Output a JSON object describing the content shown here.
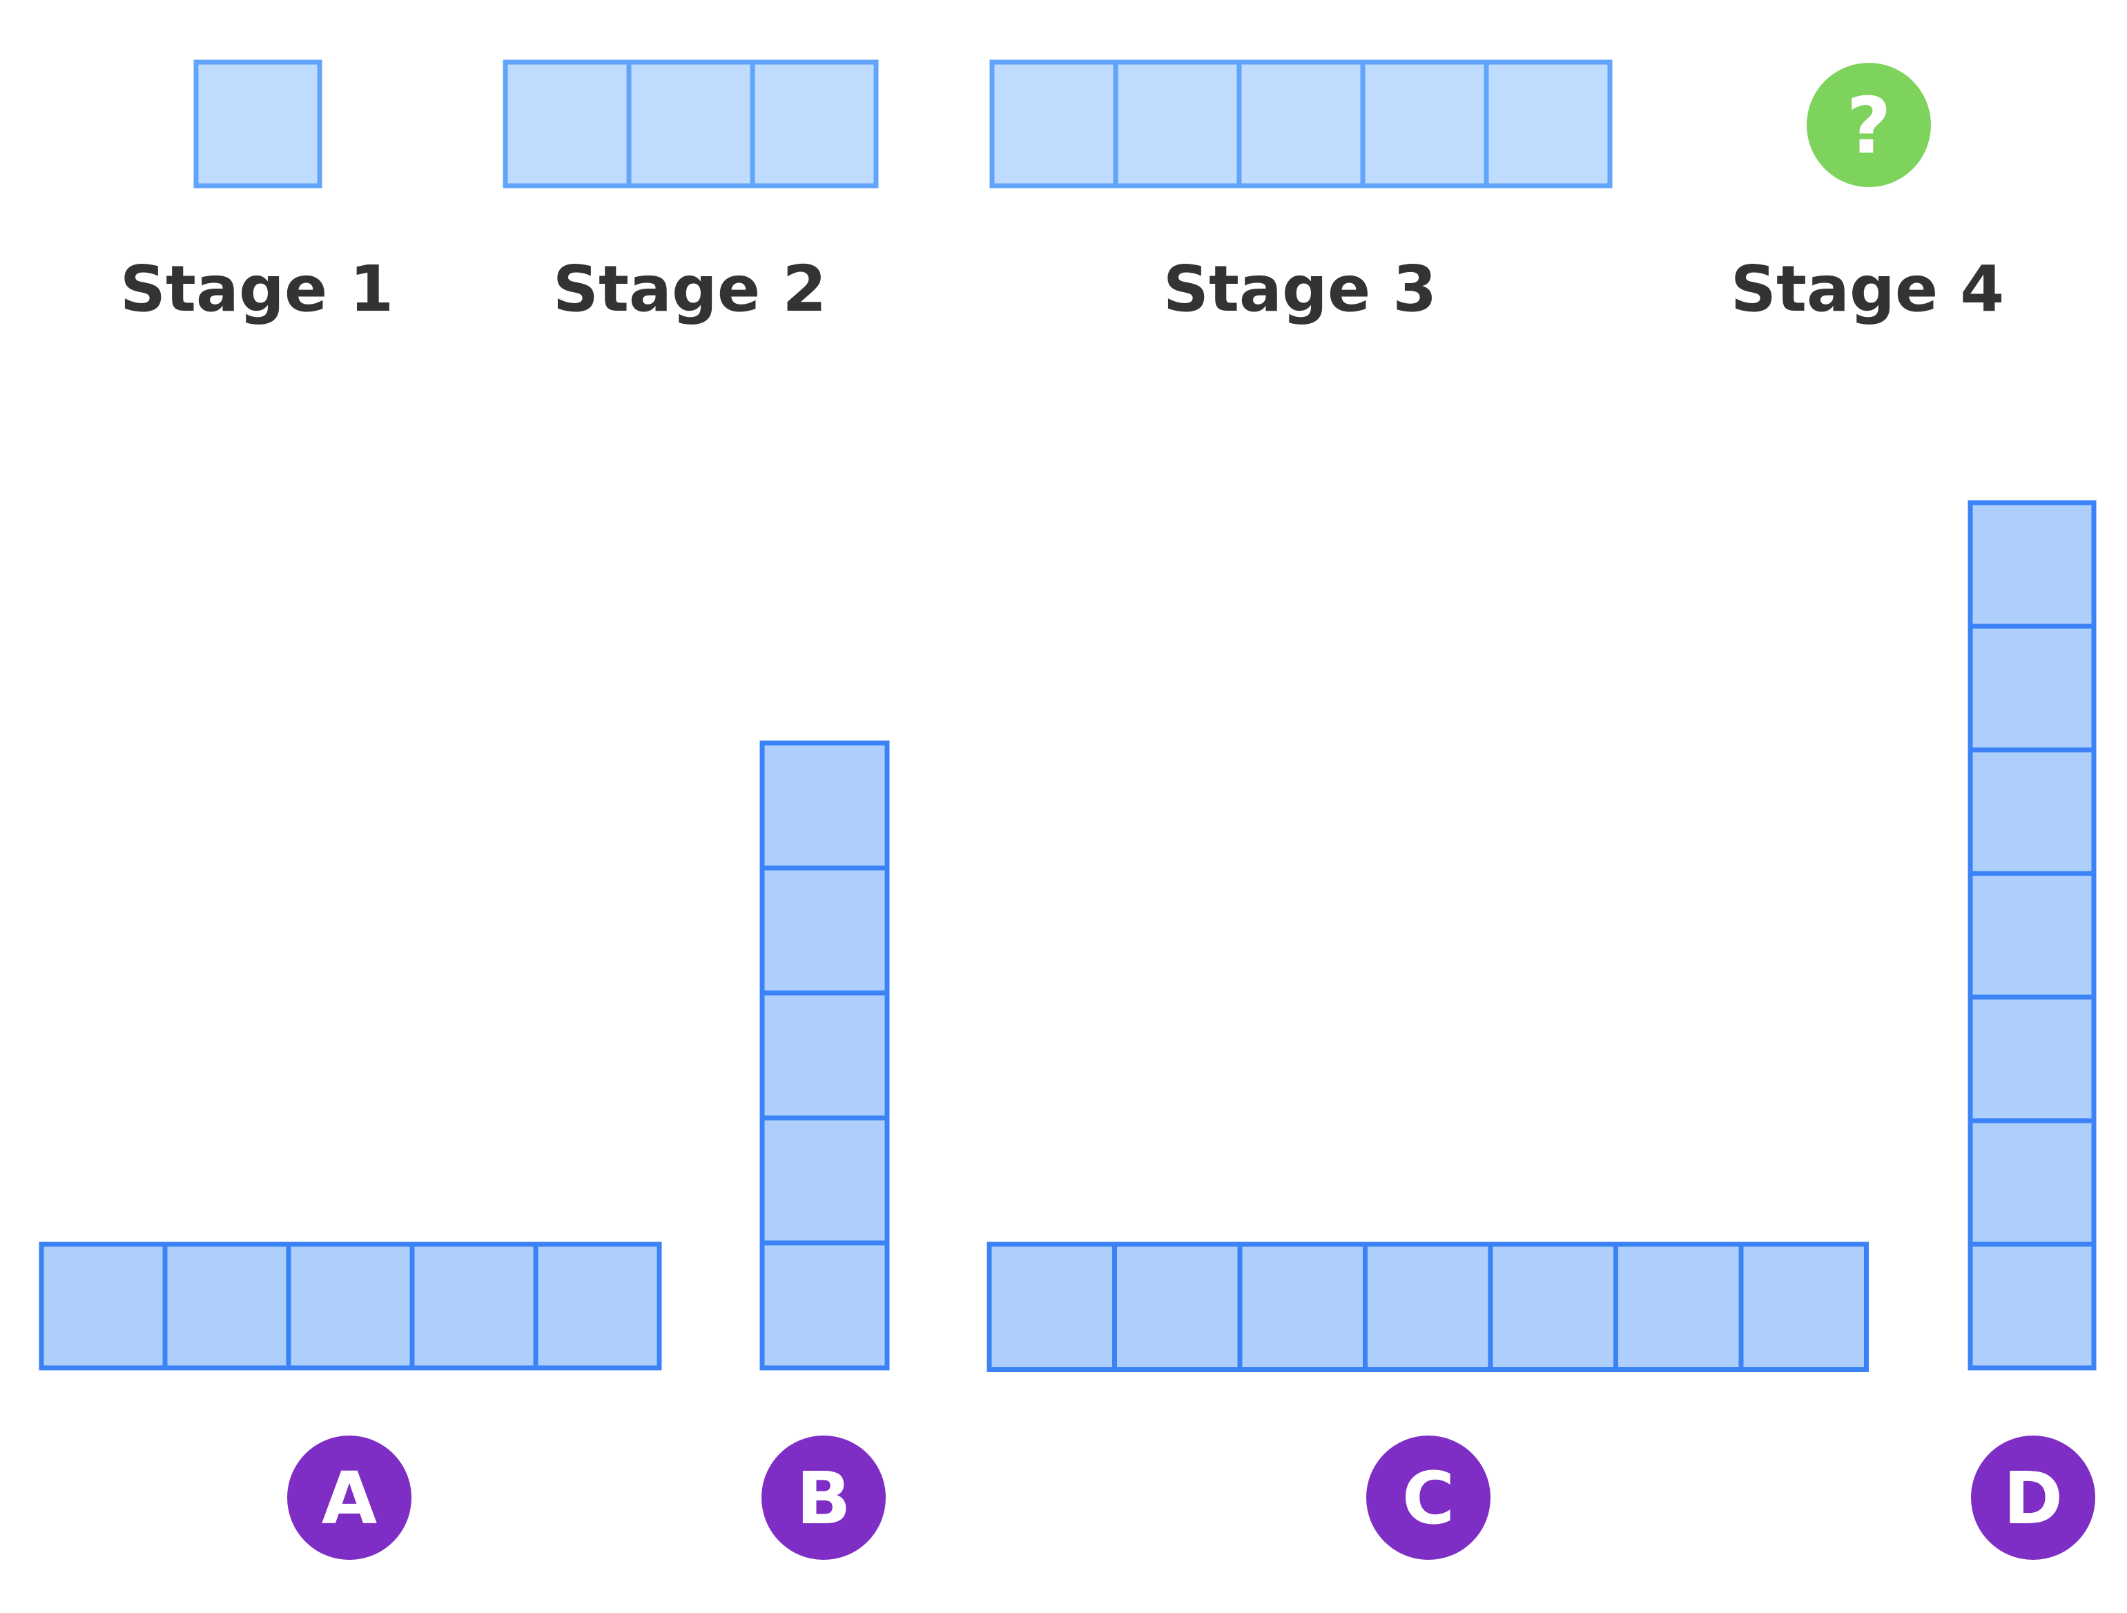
{
  "colors": {
    "cell_fill_top": "#bfdbfe",
    "cell_stroke_top": "#60a5fa",
    "cell_fill_bottom": "#aecffc",
    "cell_stroke_bottom": "#3b82f6",
    "label_text": "#333333",
    "badge_purple": "#7e2ec4",
    "question_green": "#7dd35b"
  },
  "stages": [
    {
      "label": "Stage 1",
      "squares": 1
    },
    {
      "label": "Stage 2",
      "squares": 3
    },
    {
      "label": "Stage 3",
      "squares": 5
    },
    {
      "label": "Stage 4",
      "unknown": "?",
      "icon": "question-mark-icon"
    }
  ],
  "options": [
    {
      "letter": "A",
      "squares": 5,
      "orientation": "horizontal"
    },
    {
      "letter": "B",
      "squares": 5,
      "orientation": "vertical"
    },
    {
      "letter": "C",
      "squares": 7,
      "orientation": "horizontal"
    },
    {
      "letter": "D",
      "squares": 7,
      "orientation": "vertical"
    }
  ]
}
